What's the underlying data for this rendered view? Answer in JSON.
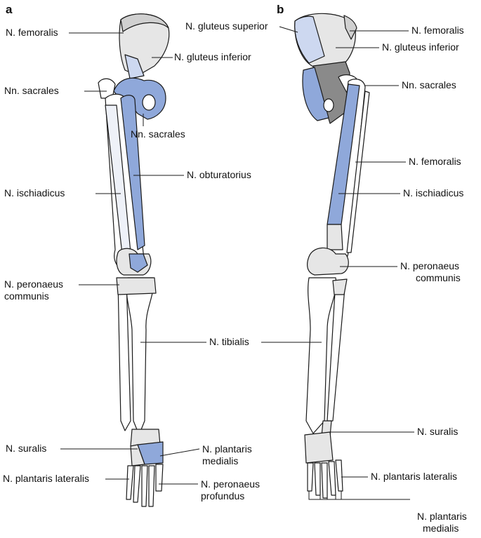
{
  "panels": {
    "a": "a",
    "b": "b"
  },
  "colors": {
    "nerve_blue": "#8fa8da",
    "light_blue": "#cdd8f0",
    "gray": "#d4d4d4",
    "dark_gray": "#8a8a8a",
    "bone_white": "#ffffff",
    "outline": "#1a1a1a"
  },
  "labels_a": {
    "femoralis": "N. femoralis",
    "gluteus_inferior": "N. gluteus inferior",
    "sacrales_top": "Nn. sacrales",
    "sacrales_bottom": "Nn. sacrales",
    "obturatorius": "N. obturatorius",
    "ischiadicus": "N. ischiadicus",
    "peronaeus_communis_1": "N. peronaeus",
    "peronaeus_communis_2": "communis",
    "tibialis": "N. tibialis",
    "suralis": "N. suralis",
    "plantaris_medialis_1": "N. plantaris",
    "plantaris_medialis_2": "medialis",
    "plantaris_lateralis": "N. plantaris lateralis",
    "peronaeus_profundus_1": "N. peronaeus",
    "peronaeus_profundus_2": "profundus"
  },
  "labels_b": {
    "gluteus_superior": "N. gluteus superior",
    "femoralis_top": "N. femoralis",
    "gluteus_inferior": "N. gluteus inferior",
    "sacrales": "Nn. sacrales",
    "femoralis_mid": "N. femoralis",
    "ischiadicus": "N. ischiadicus",
    "peronaeus_communis_1": "N. peronaeus",
    "peronaeus_communis_2": "communis",
    "suralis": "N. suralis",
    "plantaris_lateralis": "N. plantaris lateralis",
    "plantaris_medialis_1": "N. plantaris",
    "plantaris_medialis_2": "medialis"
  }
}
